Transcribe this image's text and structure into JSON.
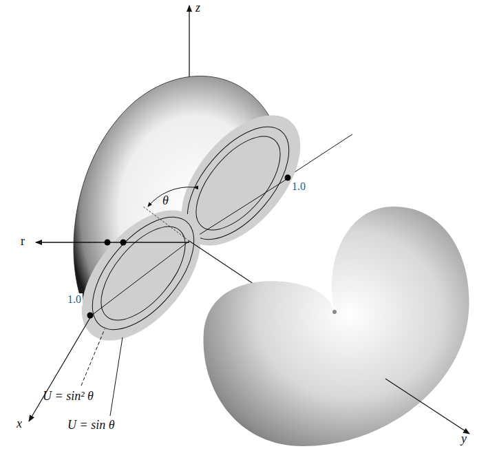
{
  "diagram": {
    "labels": [
      "z",
      "r",
      "θ",
      "1.0",
      "1.0",
      "x",
      "y",
      "U = sin² θ",
      "U = sin θ"
    ]
  }
}
